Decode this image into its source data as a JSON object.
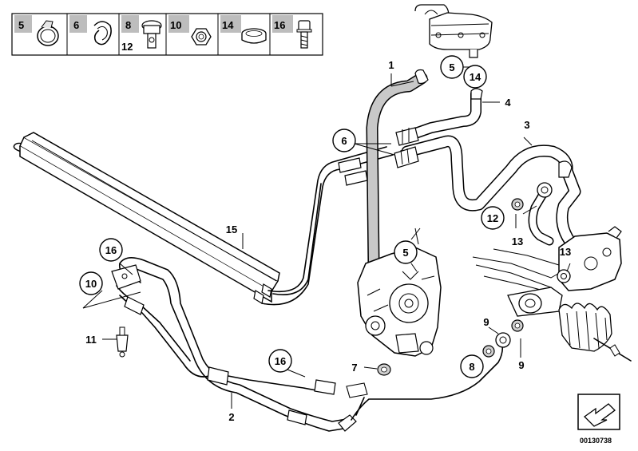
{
  "legend": [
    {
      "label": "5",
      "icon": "hose-clamp-icon"
    },
    {
      "label": "6",
      "icon": "clip-icon"
    },
    {
      "label": "8",
      "label2": "12",
      "icon": "banjo-bolt-icon"
    },
    {
      "label": "10",
      "icon": "hex-nut-icon"
    },
    {
      "label": "14",
      "icon": "clamp-ring-icon"
    },
    {
      "label": "16",
      "icon": "bolt-icon"
    }
  ],
  "callouts": {
    "c1": "1",
    "c2": "2",
    "c3": "3",
    "c4": "4",
    "c5a": "5",
    "c5b": "5",
    "c6": "6",
    "c7": "7",
    "c8": "8",
    "c9a": "9",
    "c9b": "9",
    "c10": "10",
    "c11": "11",
    "c12": "12",
    "c13a": "13",
    "c13b": "13",
    "c14": "14",
    "c15": "15",
    "c16a": "16",
    "c16b": "16"
  },
  "reference_number": "00130738",
  "colors": {
    "hose_gray": "#c8c8c8",
    "legend_gray": "#bdbdbd",
    "line": "#000000"
  }
}
